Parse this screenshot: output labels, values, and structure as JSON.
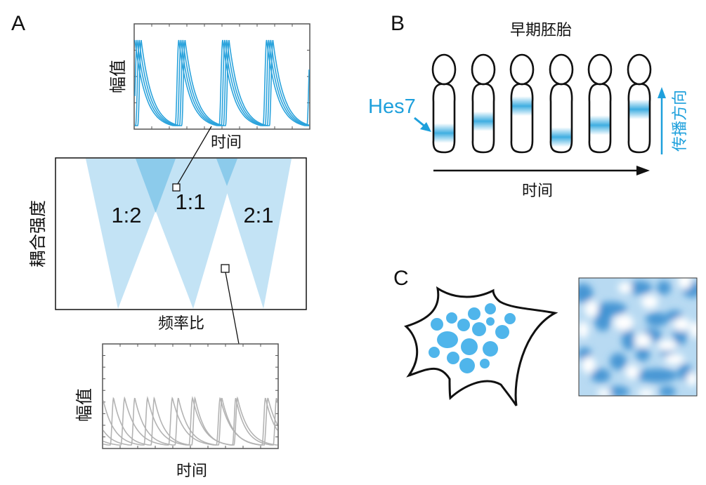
{
  "panels": {
    "A": {
      "letter": "A",
      "top_plot": {
        "ylabel": "幅值",
        "xlabel": "时间",
        "line_color": "#2ba3dc",
        "n_traces": 4,
        "n_cycles": 4,
        "description": "synchronized oscillations (1:1 locking)"
      },
      "arnold_tongue": {
        "ylabel": "耦合强度",
        "xlabel": "频率比",
        "regions": [
          {
            "label": "1:2"
          },
          {
            "label": "1:1"
          },
          {
            "label": "2:1"
          }
        ],
        "tongue_color": "#c3e3f5",
        "overlap_color": "#8ccbeb"
      },
      "bottom_plot": {
        "ylabel": "幅值",
        "xlabel": "时间",
        "line_color": "#b3b3b3",
        "n_traces": 4,
        "description": "unsynchronized oscillations"
      }
    },
    "B": {
      "letter": "B",
      "title": "早期胚胎",
      "gene_label": "Hes7",
      "direction_label": "传播方向",
      "time_label": "时间",
      "accent_color": "#1ea0dc",
      "embryos": [
        {
          "band_position": 0.72
        },
        {
          "band_position": 0.54
        },
        {
          "band_position": 0.31
        },
        {
          "band_position": 0.78
        },
        {
          "band_position": 0.6
        },
        {
          "band_position": 0.36
        }
      ]
    },
    "C": {
      "letter": "C",
      "dot_color": "#4fb5eb",
      "pattern_dark": "#3a8fd0",
      "pattern_light": "#b8daf2"
    }
  }
}
